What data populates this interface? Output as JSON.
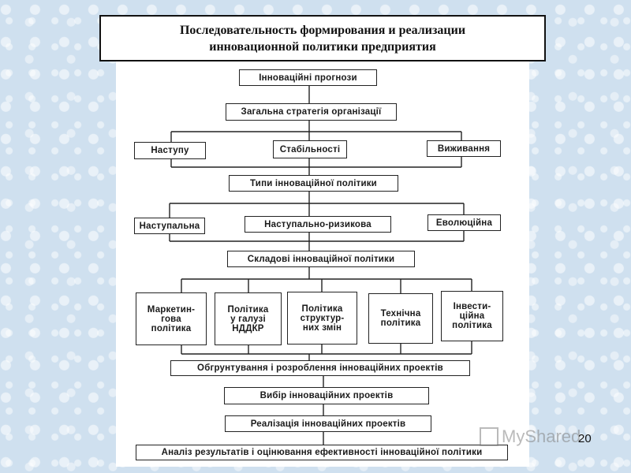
{
  "title": {
    "line1": "Последовательность формирования и реализации",
    "line2": "инновационной политики предприятия"
  },
  "diagram": {
    "forecasts": "Інноваційні прогнози",
    "strategy": "Загальна стратегія організації",
    "strategy_types": [
      "Наступу",
      "Стабільності",
      "Виживання"
    ],
    "policy_types_title": "Типи інноваційної політики",
    "policy_types": [
      "Наступальна",
      "Наступально-ризикова",
      "Еволюційна"
    ],
    "components_title": "Складові інноваційної політики",
    "components": [
      [
        "Маркетин-",
        "гова",
        "політика"
      ],
      [
        "Політика",
        "у галузі",
        "НДДКР"
      ],
      [
        "Політика",
        "структур-",
        "них змін"
      ],
      [
        "Технічна",
        "політика"
      ],
      [
        "Інвести-",
        "ційна",
        "політика"
      ]
    ],
    "justification": "Обгрунтування і розроблення інноваційних проектів",
    "selection": "Вибір інноваційних проектів",
    "implementation": "Реалізація інноваційних проектів",
    "analysis": "Аналіз результатів і оцінювання ефективності інноваційної політики"
  },
  "watermark": "MyShared",
  "slide_number": "20"
}
